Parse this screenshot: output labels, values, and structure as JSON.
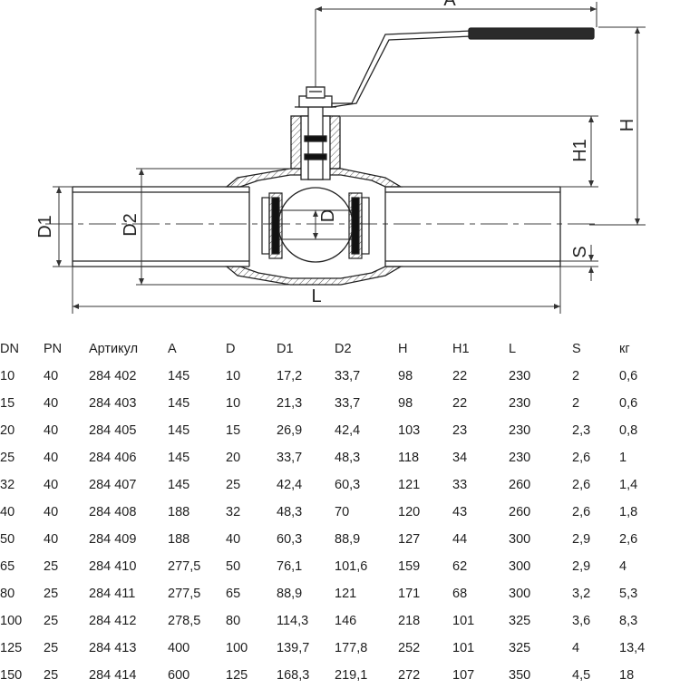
{
  "drawing": {
    "labels": {
      "A": "A",
      "H": "H",
      "H1": "H1",
      "D1": "D1",
      "D2": "D2",
      "D": "D",
      "S": "S",
      "L": "L"
    }
  },
  "table": {
    "headers": [
      "DN",
      "PN",
      "Артикул",
      "A",
      "D",
      "D1",
      "D2",
      "H",
      "H1",
      "L",
      "S",
      "кг"
    ],
    "rows": [
      [
        "10",
        "40",
        "284 402",
        "145",
        "10",
        "17,2",
        "33,7",
        "98",
        "22",
        "230",
        "2",
        "0,6"
      ],
      [
        "15",
        "40",
        "284 403",
        "145",
        "10",
        "21,3",
        "33,7",
        "98",
        "22",
        "230",
        "2",
        "0,6"
      ],
      [
        "20",
        "40",
        "284 405",
        "145",
        "15",
        "26,9",
        "42,4",
        "103",
        "23",
        "230",
        "2,3",
        "0,8"
      ],
      [
        "25",
        "40",
        "284 406",
        "145",
        "20",
        "33,7",
        "48,3",
        "118",
        "34",
        "230",
        "2,6",
        "1"
      ],
      [
        "32",
        "40",
        "284 407",
        "145",
        "25",
        "42,4",
        "60,3",
        "121",
        "33",
        "260",
        "2,6",
        "1,4"
      ],
      [
        "40",
        "40",
        "284 408",
        "188",
        "32",
        "48,3",
        "70",
        "120",
        "43",
        "260",
        "2,6",
        "1,8"
      ],
      [
        "50",
        "40",
        "284 409",
        "188",
        "40",
        "60,3",
        "88,9",
        "127",
        "44",
        "300",
        "2,9",
        "2,6"
      ],
      [
        "65",
        "25",
        "284 410",
        "277,5",
        "50",
        "76,1",
        "101,6",
        "159",
        "62",
        "300",
        "2,9",
        "4"
      ],
      [
        "80",
        "25",
        "284 411",
        "277,5",
        "65",
        "88,9",
        "121",
        "171",
        "68",
        "300",
        "3,2",
        "5,3"
      ],
      [
        "100",
        "25",
        "284 412",
        "278,5",
        "80",
        "114,3",
        "146",
        "218",
        "101",
        "325",
        "3,6",
        "8,3"
      ],
      [
        "125",
        "25",
        "284 413",
        "400",
        "100",
        "139,7",
        "177,8",
        "252",
        "101",
        "325",
        "4",
        "13,4"
      ],
      [
        "150",
        "25",
        "284 414",
        "600",
        "125",
        "168,3",
        "219,1",
        "272",
        "107",
        "350",
        "4,5",
        "18"
      ]
    ]
  }
}
